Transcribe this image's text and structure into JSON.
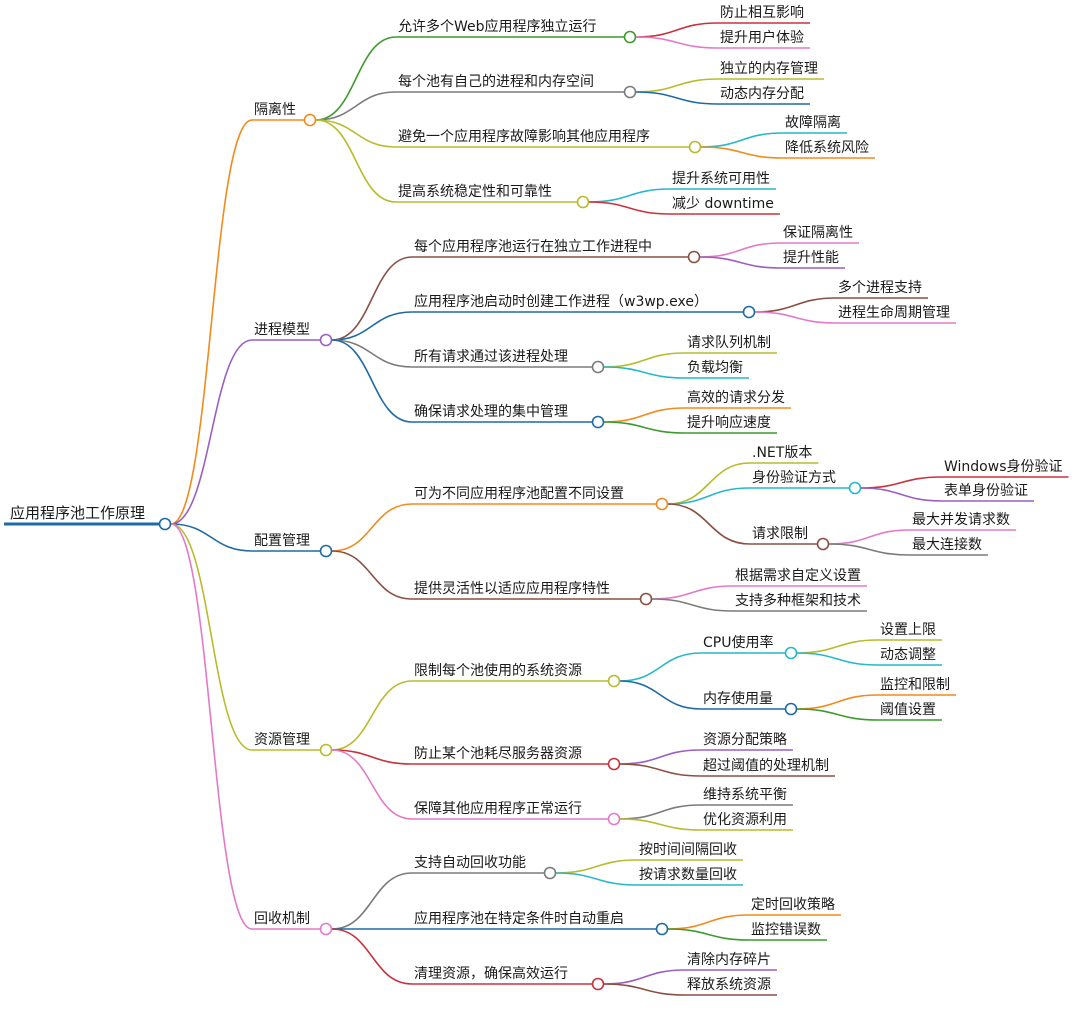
{
  "mindmap": {
    "root": "应用程序池工作原理",
    "colors": {
      "orange": "#f28a1d",
      "purple": "#9a5fc0",
      "blue": "#1f6aa5",
      "gray": "#7b7b7b",
      "pink": "#e37ac8",
      "green": "#3c9a2d",
      "red": "#c8323d",
      "olive": "#b7bb2c",
      "teal": "#27b8c8",
      "brown": "#8a4f43"
    },
    "branches": [
      {
        "label": "隔离性",
        "children": [
          {
            "label": "允许多个Web应用程序独立运行",
            "children": [
              {
                "label": "防止相互影响"
              },
              {
                "label": "提升用户体验"
              }
            ]
          },
          {
            "label": "每个池有自己的进程和内存空间",
            "children": [
              {
                "label": "独立的内存管理"
              },
              {
                "label": "动态内存分配"
              }
            ]
          },
          {
            "label": "避免一个应用程序故障影响其他应用程序",
            "children": [
              {
                "label": "故障隔离"
              },
              {
                "label": "降低系统风险"
              }
            ]
          },
          {
            "label": "提高系统稳定性和可靠性",
            "children": [
              {
                "label": "提升系统可用性"
              },
              {
                "label": "减少 downtime"
              }
            ]
          }
        ]
      },
      {
        "label": "进程模型",
        "children": [
          {
            "label": "每个应用程序池运行在独立工作进程中",
            "children": [
              {
                "label": "保证隔离性"
              },
              {
                "label": "提升性能"
              }
            ]
          },
          {
            "label": "应用程序池启动时创建工作进程（w3wp.exe）",
            "children": [
              {
                "label": "多个进程支持"
              },
              {
                "label": "进程生命周期管理"
              }
            ]
          },
          {
            "label": "所有请求通过该进程处理",
            "children": [
              {
                "label": "请求队列机制"
              },
              {
                "label": "负载均衡"
              }
            ]
          },
          {
            "label": "确保请求处理的集中管理",
            "children": [
              {
                "label": "高效的请求分发"
              },
              {
                "label": "提升响应速度"
              }
            ]
          }
        ]
      },
      {
        "label": "配置管理",
        "children": [
          {
            "label": "可为不同应用程序池配置不同设置",
            "children": [
              {
                "label": ".NET版本"
              },
              {
                "label": "身份验证方式",
                "children": [
                  {
                    "label": "Windows身份验证"
                  },
                  {
                    "label": "表单身份验证"
                  }
                ]
              },
              {
                "label": "请求限制",
                "children": [
                  {
                    "label": "最大并发请求数"
                  },
                  {
                    "label": "最大连接数"
                  }
                ]
              }
            ]
          },
          {
            "label": "提供灵活性以适应应用程序特性",
            "children": [
              {
                "label": "根据需求自定义设置"
              },
              {
                "label": "支持多种框架和技术"
              }
            ]
          }
        ]
      },
      {
        "label": "资源管理",
        "children": [
          {
            "label": "限制每个池使用的系统资源",
            "children": [
              {
                "label": "CPU使用率",
                "children": [
                  {
                    "label": "设置上限"
                  },
                  {
                    "label": "动态调整"
                  }
                ]
              },
              {
                "label": "内存使用量",
                "children": [
                  {
                    "label": "监控和限制"
                  },
                  {
                    "label": "阈值设置"
                  }
                ]
              }
            ]
          },
          {
            "label": "防止某个池耗尽服务器资源",
            "children": [
              {
                "label": "资源分配策略"
              },
              {
                "label": "超过阈值的处理机制"
              }
            ]
          },
          {
            "label": "保障其他应用程序正常运行",
            "children": [
              {
                "label": "维持系统平衡"
              },
              {
                "label": "优化资源利用"
              }
            ]
          }
        ]
      },
      {
        "label": "回收机制",
        "children": [
          {
            "label": "支持自动回收功能",
            "children": [
              {
                "label": "按时间间隔回收"
              },
              {
                "label": "按请求数量回收"
              }
            ]
          },
          {
            "label": "应用程序池在特定条件时自动重启",
            "children": [
              {
                "label": "定时回收策略"
              },
              {
                "label": "监控错误数"
              }
            ]
          },
          {
            "label": "清理资源，确保高效运行",
            "children": [
              {
                "label": "清除内存碎片"
              },
              {
                "label": "释放系统资源"
              }
            ]
          }
        ]
      }
    ]
  }
}
